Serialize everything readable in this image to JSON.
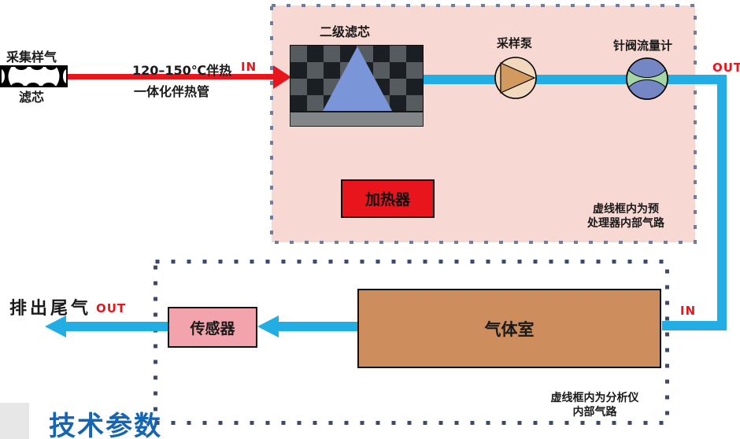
{
  "title": "技术参数",
  "source": {
    "gas_label": "采集样气",
    "filter_label": "滤芯",
    "filter_icon": "filter-cartridge-icon"
  },
  "inlet": {
    "temp_label": "120–150℃伴热",
    "pipe_label": "一体化伴热管",
    "in_label": "IN"
  },
  "preprocessor": {
    "secondary_filter_label": "二级滤芯",
    "pump_label": "采样泵",
    "pump_icon": "sample-pump-icon",
    "flowmeter_label": "针阀流量计",
    "flowmeter_icon": "needle-valve-flowmeter-icon",
    "heater_label": "加热器",
    "note_line1": "虚线框内为预",
    "note_line2": "处理器内部气路",
    "out_label": "OUT"
  },
  "analyzer": {
    "in_label": "IN",
    "gas_chamber_label": "气体室",
    "sensor_label": "传感器",
    "note_line1": "虚线框内为分析仪",
    "note_line2": "内部气路"
  },
  "exhaust": {
    "label": "排出尾气",
    "out_label": "OUT"
  },
  "colors": {
    "flow_red": "#e8151d",
    "flow_cyan": "#22ade4",
    "preprocessor_fill": "#f7d8d2",
    "preprocessor_dash": "#6e7da0",
    "analyzer_dash": "#3c4a6e",
    "heater_fill": "#e8151d",
    "sensor_fill": "#f2a3ab",
    "chamber_fill": "#cd8d5c",
    "filter_triangle_blue": "#7b96d8",
    "pump_body": "#f2d9bd",
    "pump_triangle": "#d29a5f",
    "meter_green": "#a5d6a5",
    "meter_blue": "#7487c4",
    "title_blue": "#1565b5"
  }
}
